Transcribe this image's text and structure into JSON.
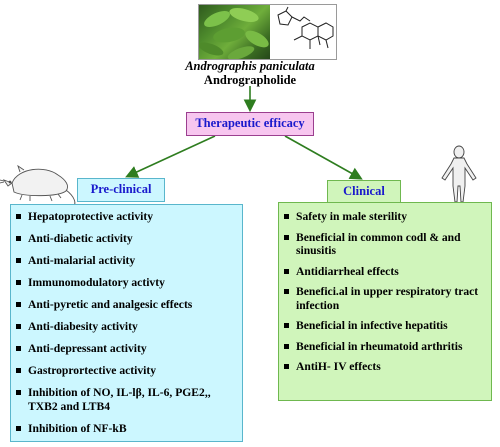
{
  "source": {
    "species": "Andrographis paniculata",
    "compound": "Andrographolide"
  },
  "center": {
    "label": "Therapeutic efficacy"
  },
  "preclinical": {
    "title": "Pre-clinical",
    "items": [
      "Hepatoprotective activity",
      "Anti-diabetic activity",
      "Anti-malarial activity",
      "Immunomodulatory activty",
      "Anti-pyretic and analgesic effects",
      "Anti-diabesity activity",
      "Anti-depressant activity",
      "Gastroprortective activity",
      "Inhibition of NO, IL-lβ, IL-6, PGE2,, TXB2 and  LTB4",
      "Inhibition of NF-kB"
    ]
  },
  "clinical": {
    "title": "Clinical",
    "items": [
      "Safety  in male sterility",
      "Beneficial in common codl & and sinusitis",
      "Antidiarrheal effects",
      "Benefici.al in upper respiratory tract  infection",
      "Beneficial in infective hepatitis",
      "Beneficial in rheumatoid arthritis",
      "AntiH- IV effects"
    ]
  },
  "colors": {
    "arrow": "#2e7d1f",
    "center_fill": "#f7c6ef",
    "preclinical_fill": "#ccf7ff",
    "clinical_fill": "#d0f5bb",
    "title_text": "#1a1acc"
  }
}
